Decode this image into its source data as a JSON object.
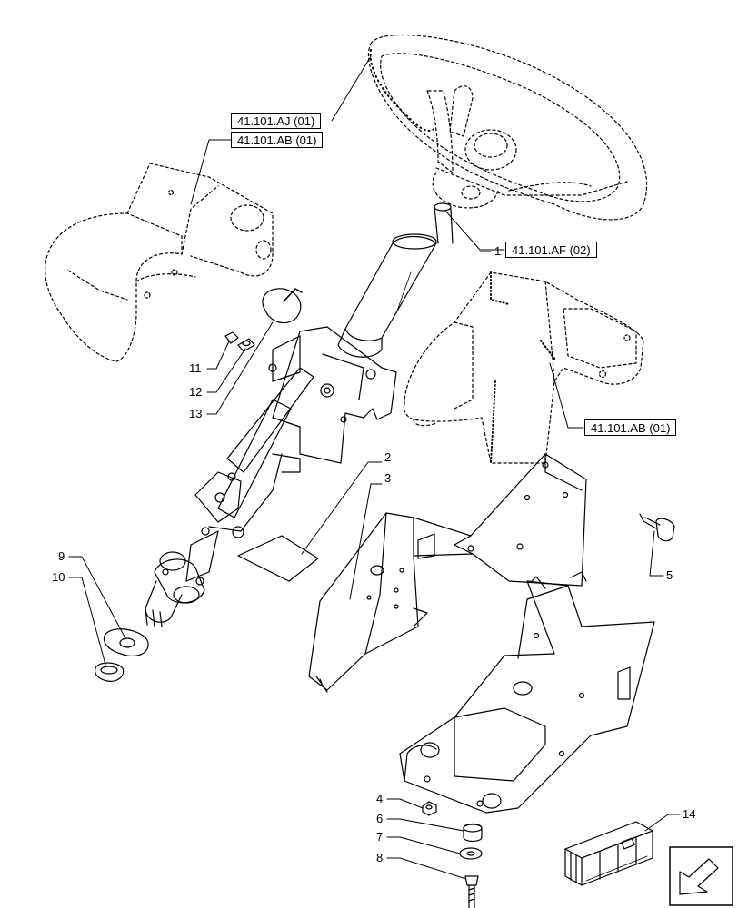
{
  "references": [
    {
      "id": "ref-steering-wheel",
      "text": "41.101.AJ (01)"
    },
    {
      "id": "ref-upper-shroud",
      "text": "41.101.AB (01)"
    },
    {
      "id": "ref-column-tube",
      "text": "41.101.AF (02)"
    },
    {
      "id": "ref-lower-shroud",
      "text": "41.101.AB (01)"
    }
  ],
  "callouts": [
    {
      "id": "1",
      "text": "1"
    },
    {
      "id": "2",
      "text": "2"
    },
    {
      "id": "3",
      "text": "3"
    },
    {
      "id": "4",
      "text": "4"
    },
    {
      "id": "5",
      "text": "5"
    },
    {
      "id": "6",
      "text": "6"
    },
    {
      "id": "7",
      "text": "7"
    },
    {
      "id": "8",
      "text": "8"
    },
    {
      "id": "9",
      "text": "9"
    },
    {
      "id": "10",
      "text": "10"
    },
    {
      "id": "11",
      "text": "11"
    },
    {
      "id": "12",
      "text": "12"
    },
    {
      "id": "13",
      "text": "13"
    },
    {
      "id": "14",
      "text": "14"
    }
  ],
  "icons": {
    "kit": "parts-kit-box-icon",
    "nav": "next-page-arrow-icon"
  }
}
